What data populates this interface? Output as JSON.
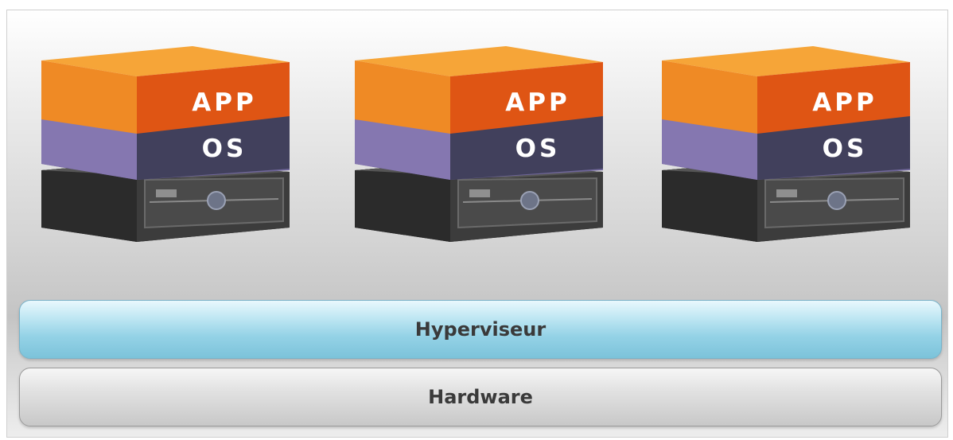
{
  "vm_stacks": [
    {
      "app_label": "APP",
      "os_label": "OS"
    },
    {
      "app_label": "APP",
      "os_label": "OS"
    },
    {
      "app_label": "APP",
      "os_label": "OS"
    }
  ],
  "hypervisor_bar": {
    "label": "Hyperviseur"
  },
  "hardware_bar": {
    "label": "Hardware"
  },
  "colors": {
    "app_front": "#df5514",
    "app_top": "#f6a538",
    "app_side": "#ef8a25",
    "os_front": "#41405c",
    "os_side": "#8577b0",
    "server_body": "#2a2a2a",
    "hypervisor_fill": "#94d2e6",
    "hardware_fill": "#d4d4d4"
  }
}
